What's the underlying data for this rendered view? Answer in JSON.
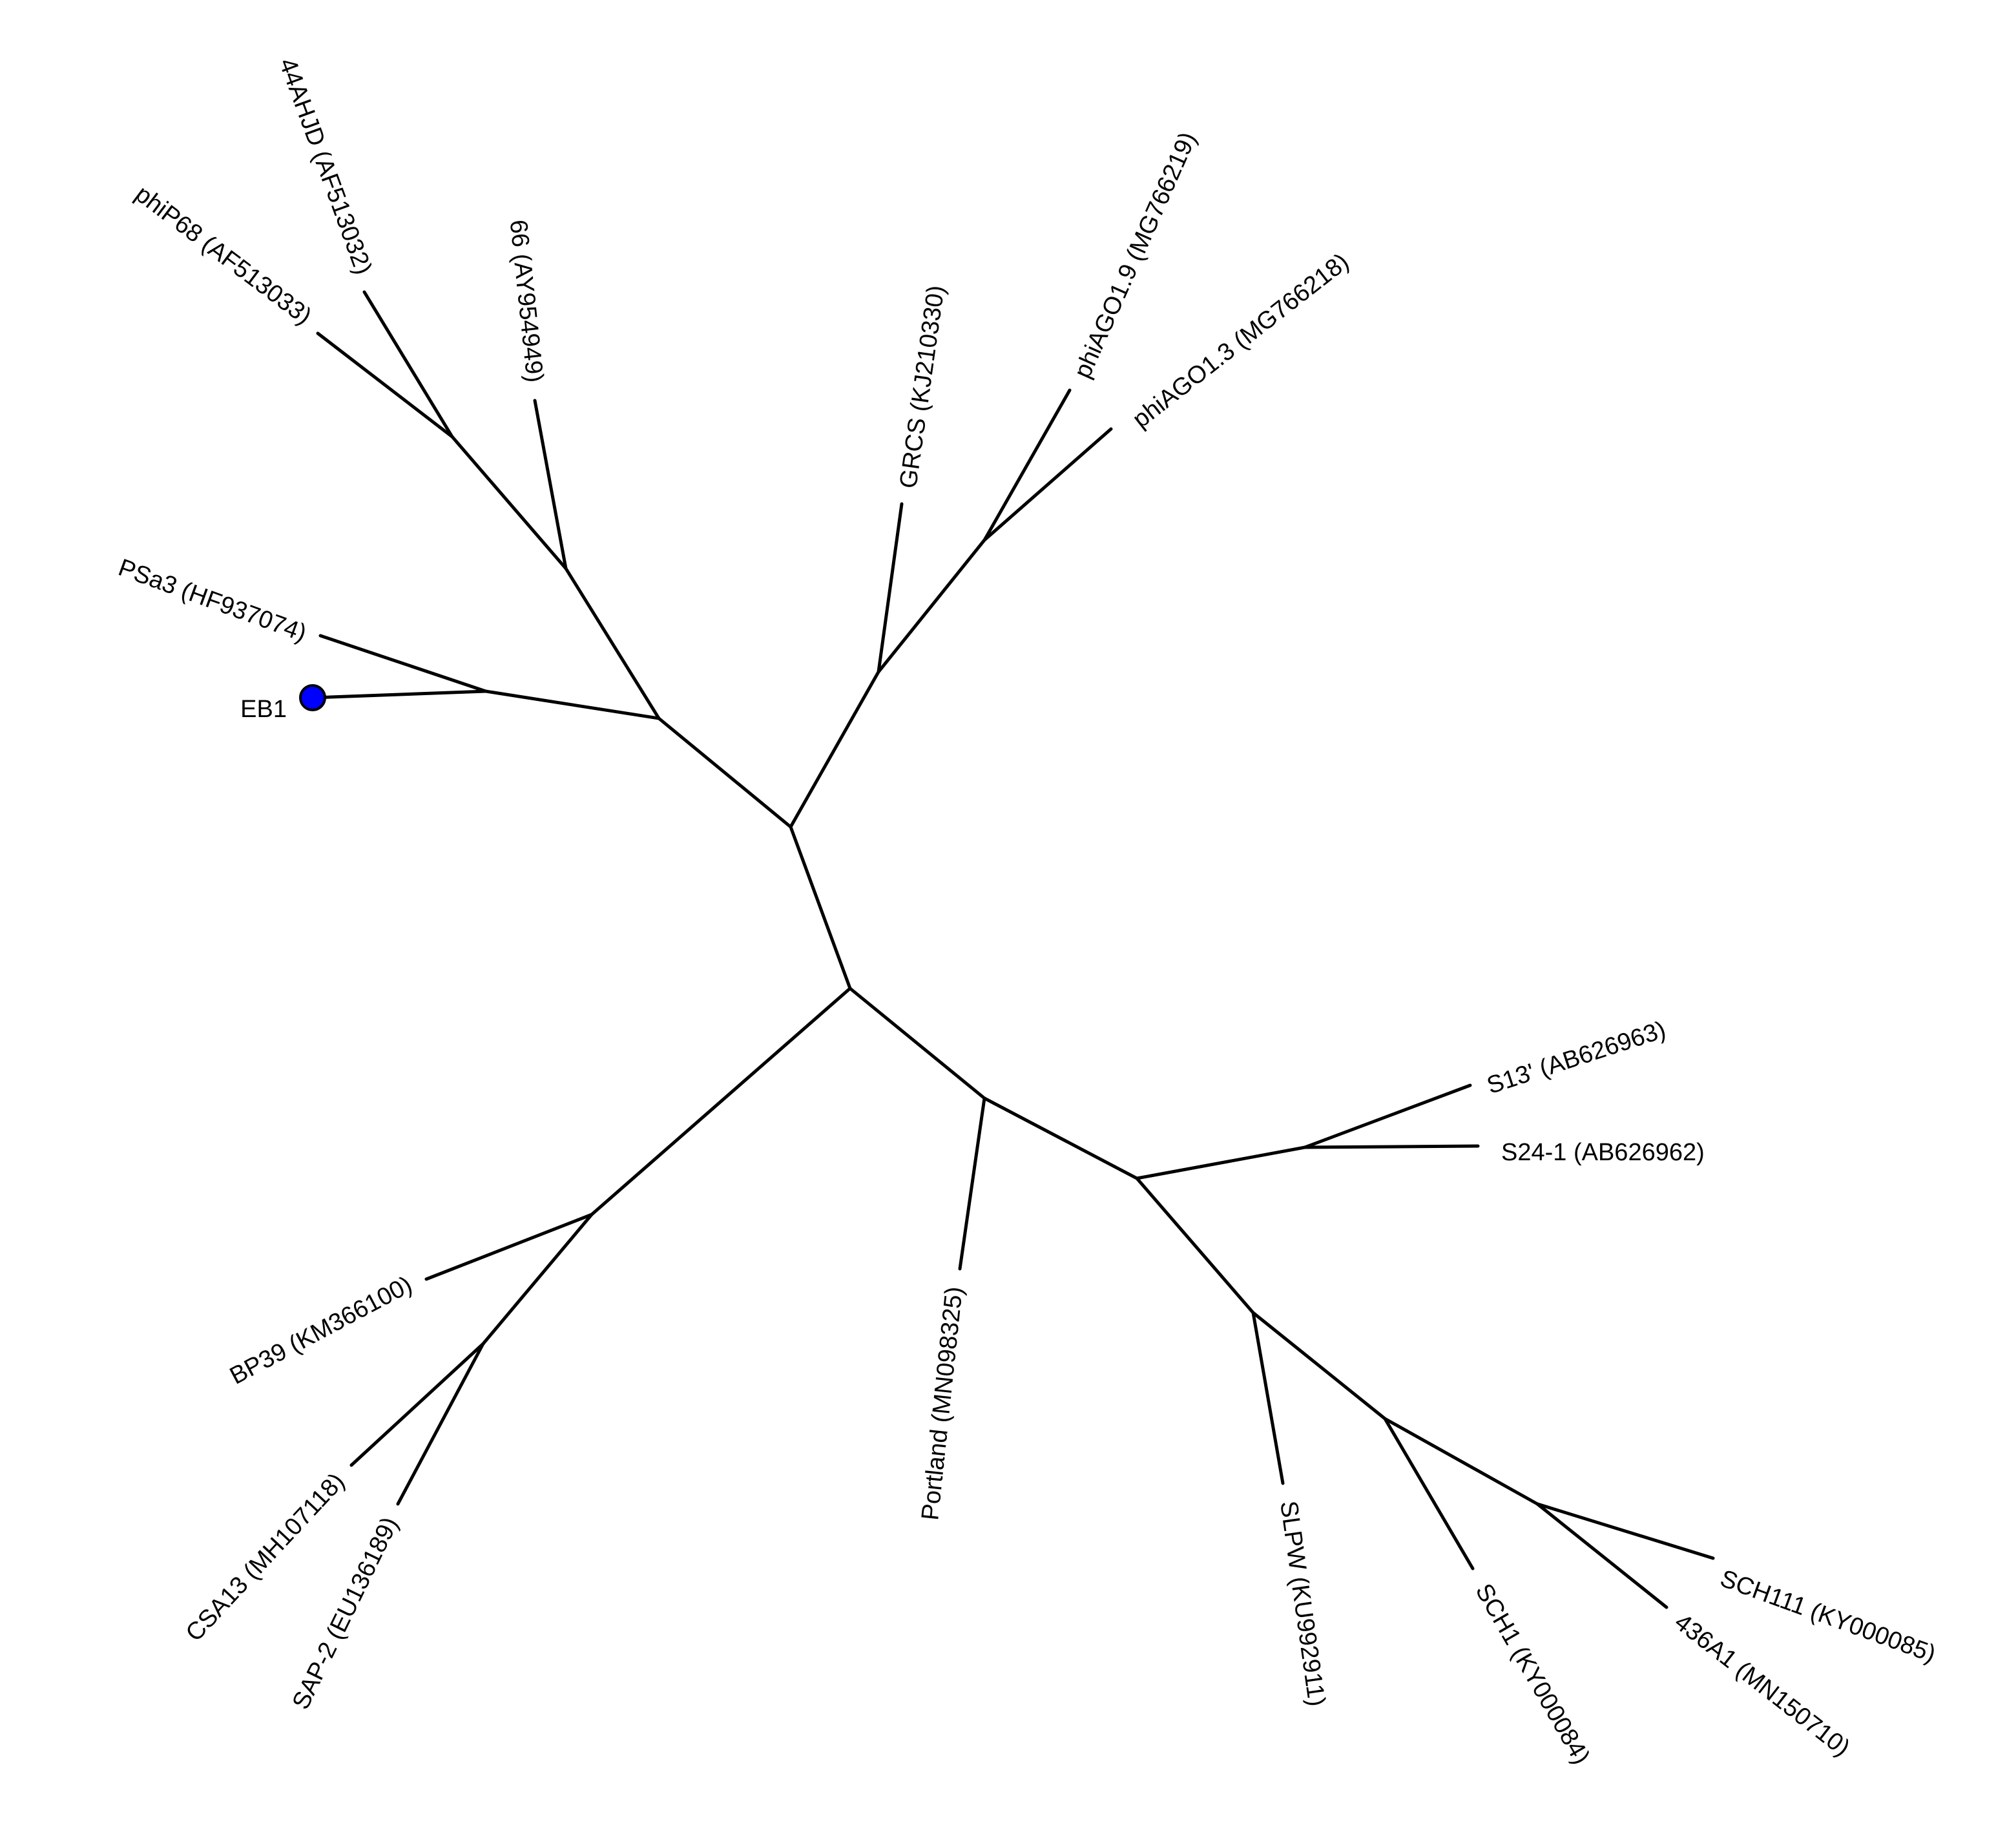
{
  "tree": {
    "marker_color": "#0000ff",
    "line_color": "#000000",
    "leaves": [
      {
        "id": "44AHJD",
        "label": "44AHJD (AF513032)"
      },
      {
        "id": "phiP68",
        "label": "phiP68 (AF513033)"
      },
      {
        "id": "66",
        "label": "66 (AY954949)"
      },
      {
        "id": "PSa3",
        "label": "PSa3 (HF937074)"
      },
      {
        "id": "EB1",
        "label": "EB1",
        "highlighted": true
      },
      {
        "id": "GRCS",
        "label": "GRCS (KJ210330)"
      },
      {
        "id": "phiAGO1.9",
        "label": "phiAGO1.9 (MG766219)"
      },
      {
        "id": "phiAGO1.3",
        "label": "phiAGO1.3 (MG766218)"
      },
      {
        "id": "S13'",
        "label": "S13' (AB626963)"
      },
      {
        "id": "S24-1",
        "label": "S24-1 (AB626962)"
      },
      {
        "id": "BP39",
        "label": "BP39 (KM366100)"
      },
      {
        "id": "Portland",
        "label": "Portland (MN098325)"
      },
      {
        "id": "CSA13",
        "label": "CSA13 (MH107118)"
      },
      {
        "id": "SAP-2",
        "label": "SAP-2 (EU136189)"
      },
      {
        "id": "SLPW",
        "label": "SLPW (KU992911)"
      },
      {
        "id": "SCH1",
        "label": "SCH1 (KY000084)"
      },
      {
        "id": "436A1",
        "label": "436A1 (MN150710)"
      },
      {
        "id": "SCH111",
        "label": "SCH111 (KY000085)"
      }
    ]
  }
}
